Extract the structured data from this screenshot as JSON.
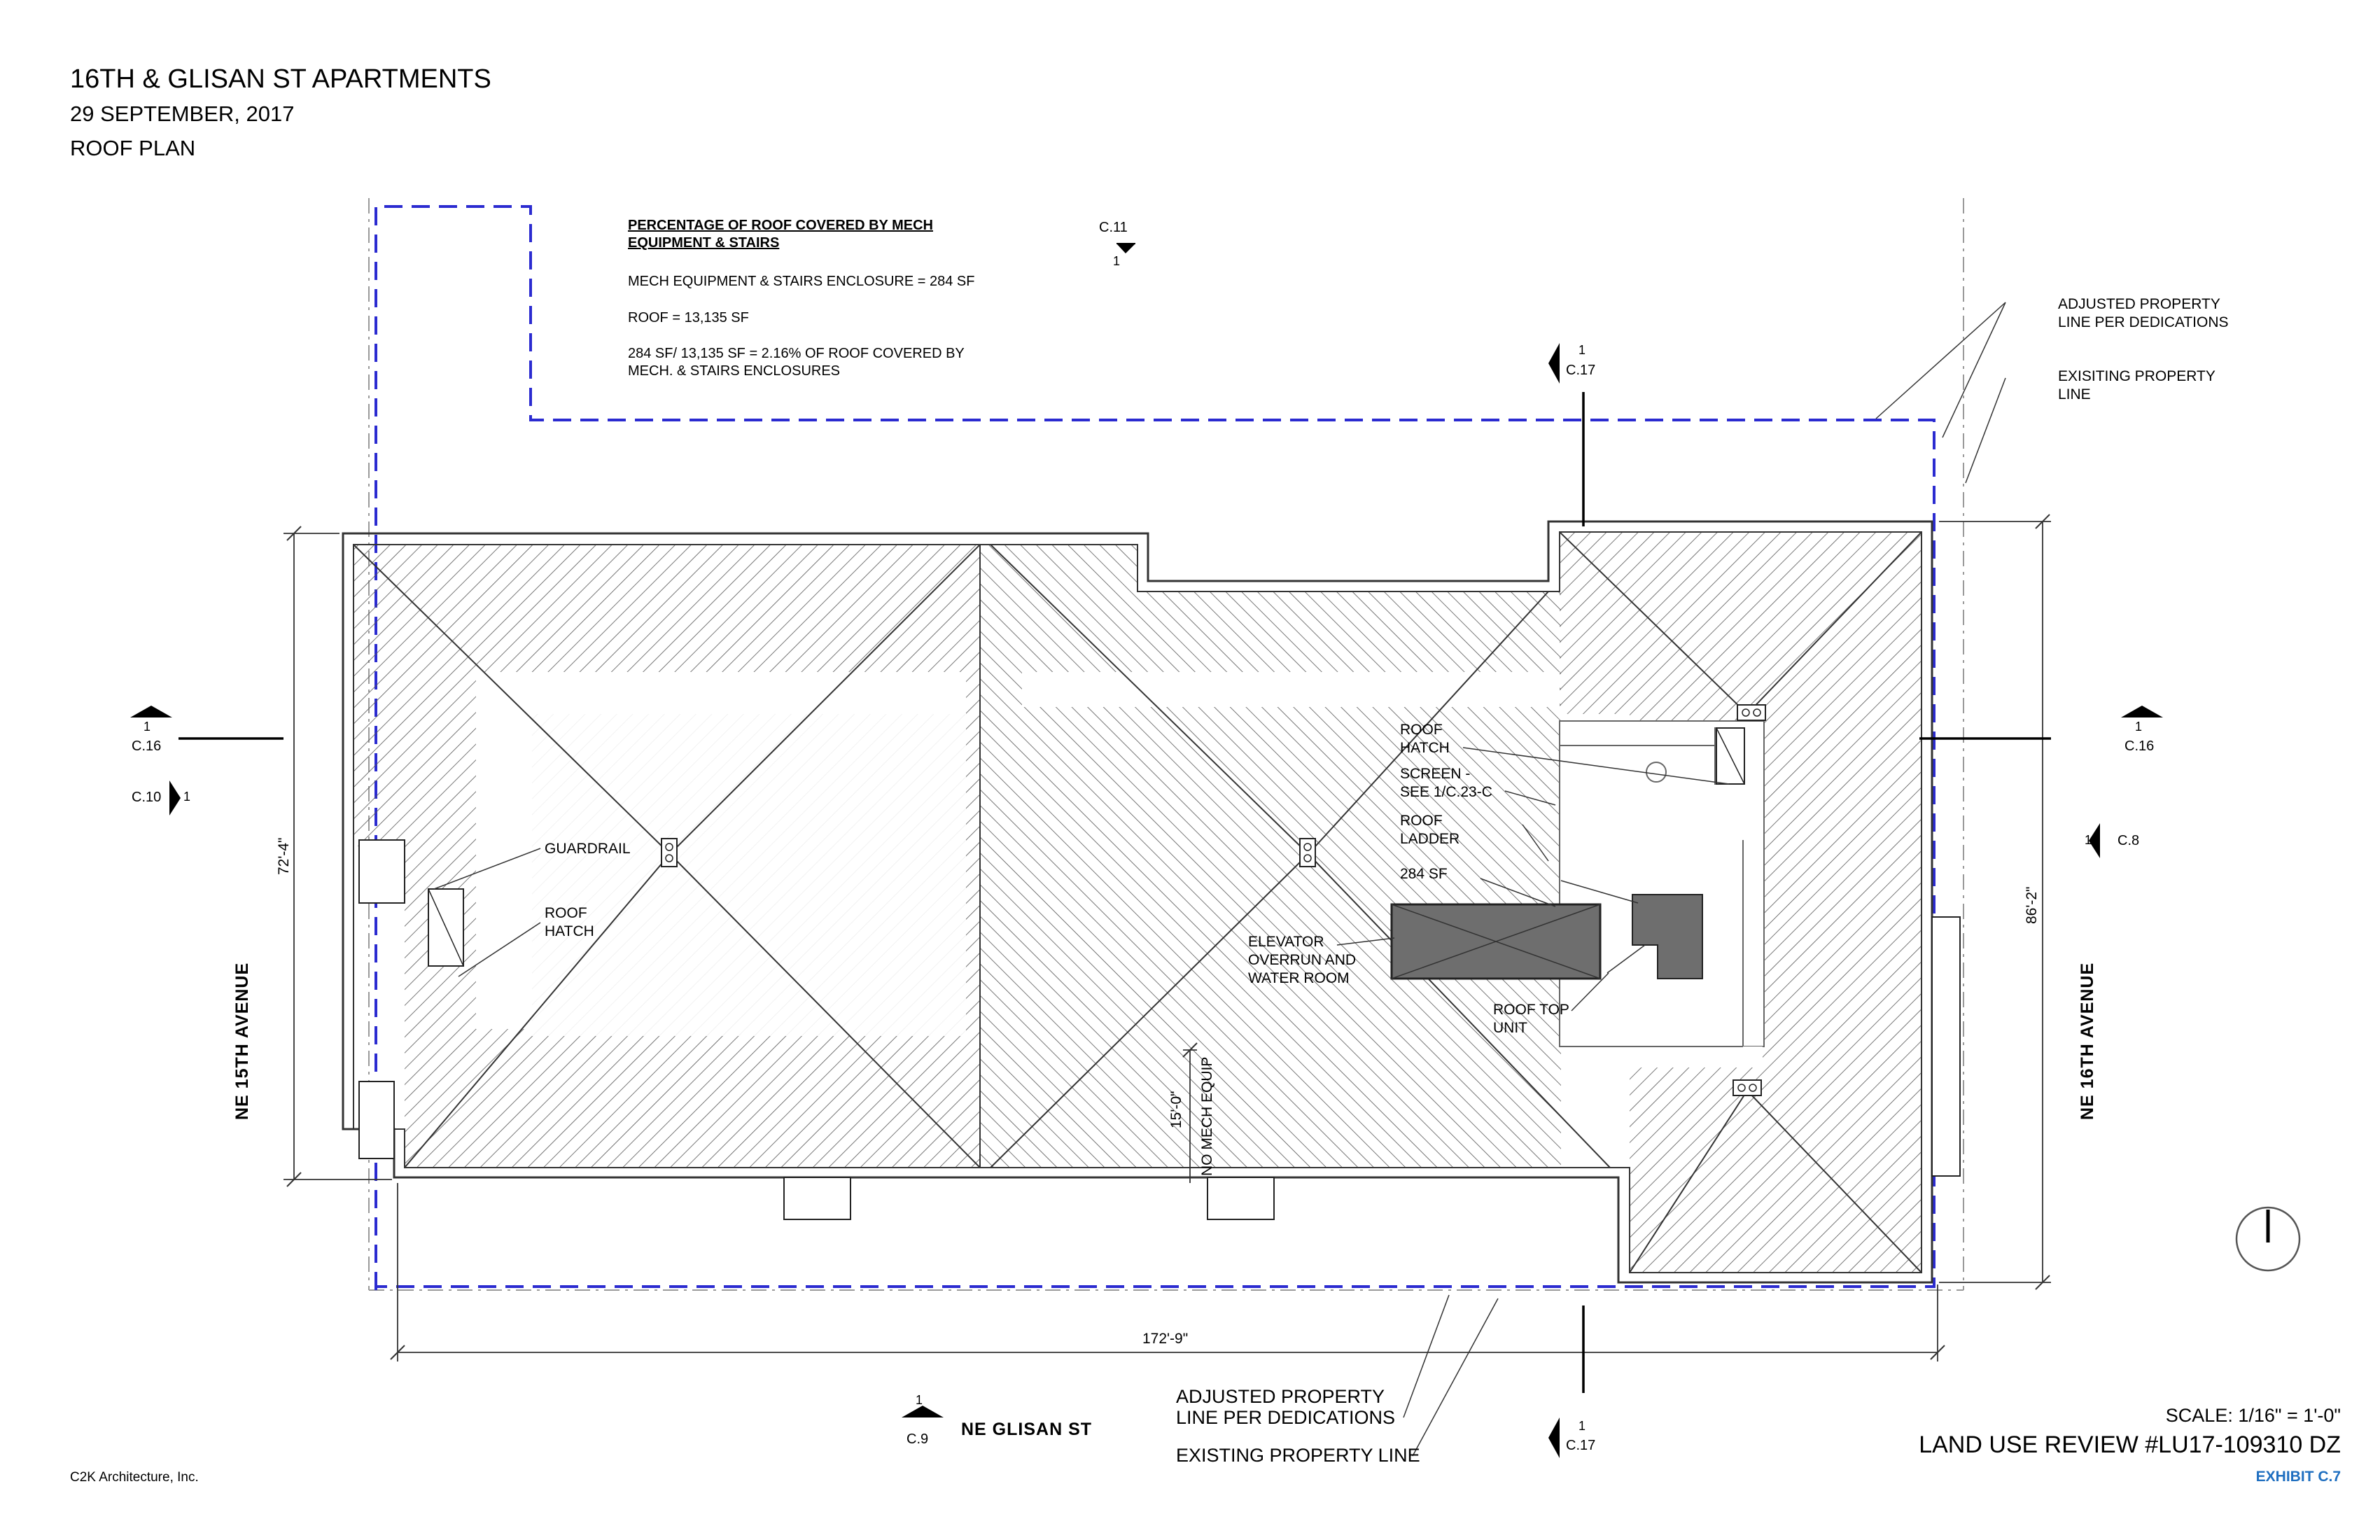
{
  "title_block": {
    "project": "16TH & GLISAN ST APARTMENTS",
    "date": "29 SEPTEMBER, 2017",
    "sheet": "ROOF PLAN"
  },
  "notes": {
    "heading_line1": "PERCENTAGE OF ROOF COVERED BY MECH",
    "heading_line2": "EQUIPMENT & STAIRS",
    "line1": "MECH EQUIPMENT & STAIRS ENCLOSURE = 284 SF",
    "line2": "ROOF = 13,135 SF",
    "line3a": "284 SF/ 13,135 SF = 2.16% OF ROOF COVERED BY",
    "line3b": "MECH. & STAIRS ENCLOSURES"
  },
  "labels": {
    "guardrail": "GUARDRAIL",
    "roof_hatch_l1": "ROOF",
    "roof_hatch_l2": "HATCH",
    "screen_l1": "SCREEN -",
    "screen_l2": "SEE 1/C.23-C",
    "ladder_l1": "ROOF",
    "ladder_l2": "LADDER",
    "area_284": "284 SF",
    "elevator_l1": "ELEVATOR",
    "elevator_l2": "OVERRUN AND",
    "elevator_l3": "WATER ROOM",
    "rtu_l1": "ROOF TOP",
    "rtu_l2": "UNIT",
    "no_mech": "NO MECH EQUIP",
    "adj_line_top_l1": "ADJUSTED PROPERTY",
    "adj_line_top_l2": "LINE PER DEDICATIONS",
    "exist_line_top_l1": "EXISITING PROPERTY",
    "exist_line_top_l2": "LINE",
    "adj_line_bot_l1": "ADJUSTED PROPERTY",
    "adj_line_bot_l2": "LINE PER DEDICATIONS",
    "exist_line_bot": "EXISTING PROPERTY LINE"
  },
  "dimensions": {
    "left_height": "72'-4\"",
    "right_height": "86'-2\"",
    "bottom_width": "172'-9\"",
    "setback": "15'-0\""
  },
  "streets": {
    "west": "NE 15TH AVENUE",
    "east": "NE 16TH AVENUE",
    "south": "NE GLISAN ST"
  },
  "refs": {
    "c11_sheet": "C.11",
    "c11_num": "1",
    "c17_sheet": "C.17",
    "c17_num": "1",
    "c16_sheet": "C.16",
    "c16_num": "1",
    "c10_sheet": "C.10",
    "c10_num": "1",
    "c8_sheet": "C.8",
    "c8_num": "1",
    "c9_sheet": "C.9",
    "c9_num": "1"
  },
  "footer": {
    "firm": "C2K Architecture, Inc.",
    "scale": "SCALE: 1/16\" = 1'-0\"",
    "review": "LAND USE REVIEW #LU17-109310 DZ",
    "exhibit": "EXHIBIT C.7"
  },
  "colors": {
    "property_line": "#2b2bd0",
    "exhibit": "#1f6fc0",
    "equipment_fill": "#6e6e6e"
  }
}
